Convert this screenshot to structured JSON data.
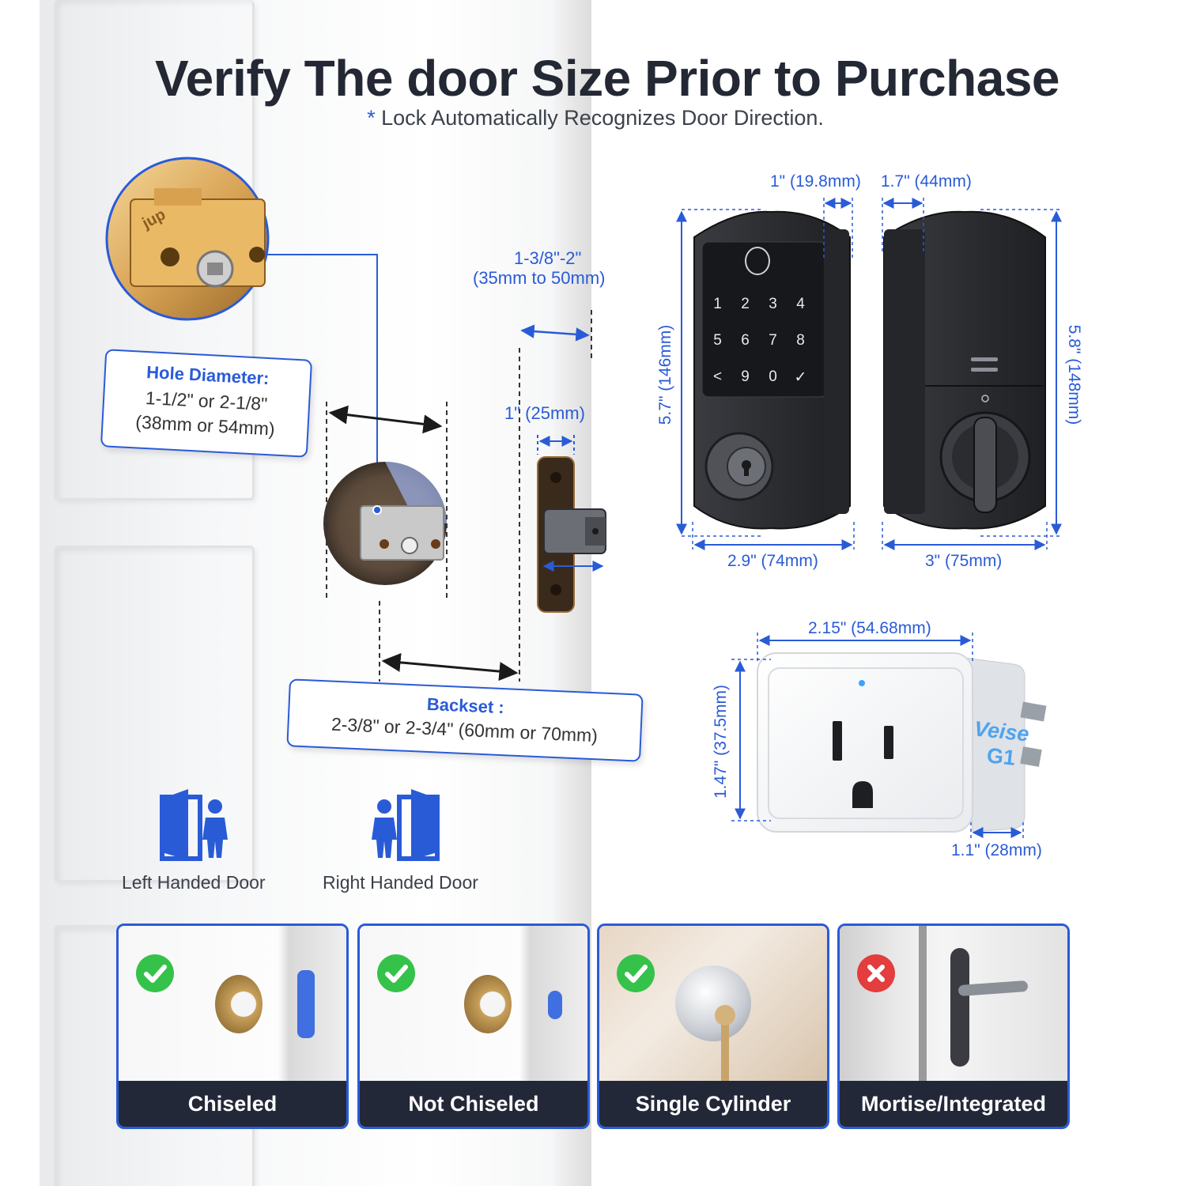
{
  "header": {
    "title": "Verify The door Size Prior to Purchase",
    "subtitle_star": "*",
    "subtitle": "Lock Automatically Recognizes Door Direction."
  },
  "door_dims": {
    "thickness": "1-3/8\"-2\"",
    "thickness_metric": "(35mm to 50mm)",
    "latch_width": "1\" (25mm)",
    "hole_title": "Hole Diameter:",
    "hole_line1": "1-1/2\" or 2-1/8\"",
    "hole_line2": "(38mm or 54mm)",
    "backset_title": "Backset :",
    "backset_value": "2-3/8\" or 2-3/4\" (60mm or 70mm)"
  },
  "latch": {
    "brand_mark": "jup"
  },
  "lock_front": {
    "depth": "1\" (19.8mm)",
    "height": "5.7\" (146mm)",
    "width": "2.9\" (74mm)",
    "keypad": [
      "1",
      "2",
      "3",
      "4",
      "5",
      "6",
      "7",
      "8",
      "<",
      "9",
      "0",
      "✓"
    ]
  },
  "lock_back": {
    "depth": "1.7\" (44mm)",
    "height": "5.8\" (148mm)",
    "width": "3\" (75mm)"
  },
  "plug": {
    "width": "2.15\" (54.68mm)",
    "height": "1.47\" (37.5mm)",
    "depth": "1.1\" (28mm)",
    "brand": "Veise",
    "model": "G1"
  },
  "door_types": {
    "left": "Left Handed Door",
    "right": "Right Handed Door"
  },
  "options": [
    {
      "label": "Chiseled",
      "status": "supported"
    },
    {
      "label": "Not Chiseled",
      "status": "supported"
    },
    {
      "label": "Single Cylinder",
      "status": "supported"
    },
    {
      "label": "Mortise/Integrated",
      "status": "not-supported"
    }
  ],
  "colors": {
    "accent": "#2a5bd7",
    "dark_bar": "#232838",
    "check": "#35c24a",
    "cross": "#e33d3d",
    "lock_body": "#2b2d31"
  }
}
